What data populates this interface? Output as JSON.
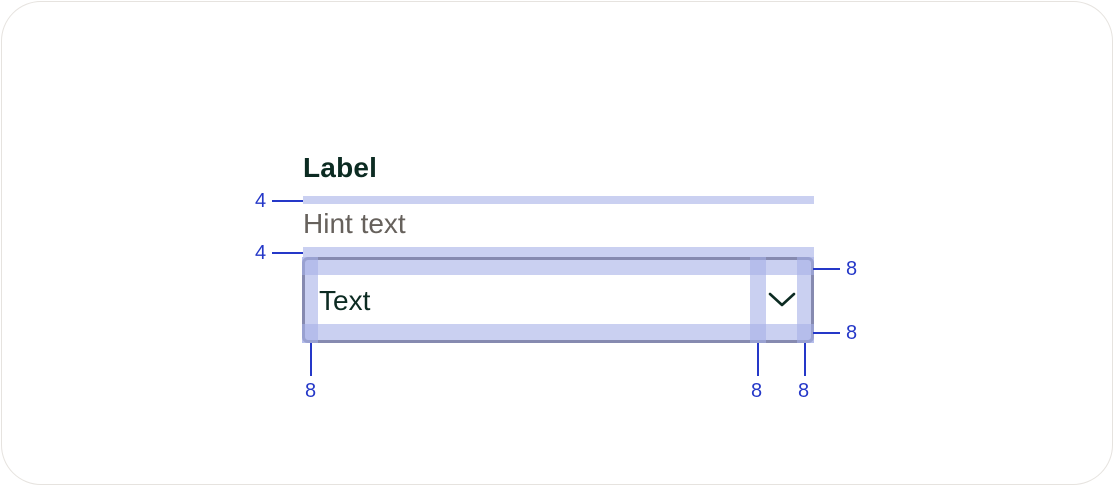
{
  "field": {
    "label": "Label",
    "hint": "Hint text",
    "value": "Text",
    "dropdown_icon": "chevron-down-icon"
  },
  "annotations": {
    "label_to_hint_gap": "4",
    "hint_to_input_gap": "4",
    "padding_top": "8",
    "padding_bottom": "8",
    "padding_left": "8",
    "icon_gap": "8",
    "padding_right": "8"
  },
  "colors": {
    "text": "#0c2b22",
    "hint": "#66615c",
    "border": "#56525c",
    "spacing_overlay": "#c8cdf0",
    "annotation": "#2538c8",
    "card_border": "#e6e3df"
  }
}
